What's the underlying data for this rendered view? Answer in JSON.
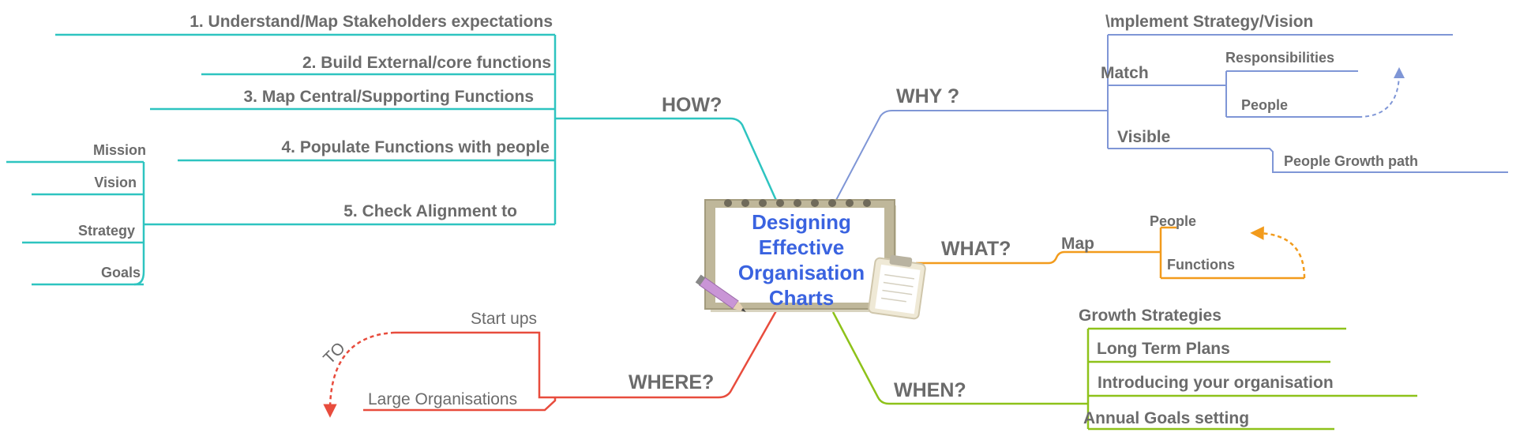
{
  "center": {
    "title_lines": [
      "Designing",
      "Effective",
      "Organisation",
      "Charts"
    ],
    "color": "#3a63e0"
  },
  "colors": {
    "how": "#2ec4c0",
    "why": "#7f96d6",
    "what": "#f29b1c",
    "when": "#8ec21a",
    "where": "#e84c3d"
  },
  "how": {
    "label": "HOW?",
    "items": [
      "1. Understand/Map Stakeholders expectations",
      "2. Build External/core functions",
      "3. Map Central/Supporting Functions",
      "4. Populate Functions with people",
      "5. Check Alignment to"
    ],
    "alignment": [
      "Mission",
      "Vision",
      "Strategy",
      "Goals"
    ]
  },
  "why": {
    "label": "WHY ?",
    "items": {
      "implement": "\\mplement Strategy/Vision",
      "match": "Match",
      "match_children": [
        "Responsibilities",
        "People"
      ],
      "visible": "Visible",
      "visible_child": "People Growth path"
    }
  },
  "what": {
    "label": "WHAT?",
    "map": "Map",
    "children": [
      "People",
      "Functions"
    ]
  },
  "when": {
    "label": "WHEN?",
    "items": [
      "Growth Strategies",
      "Long Term Plans",
      "Introducing your organisation",
      "Annual Goals setting"
    ]
  },
  "where": {
    "label": "WHERE?",
    "items": [
      "Start ups",
      "Large Organisations"
    ],
    "to": "TO"
  }
}
